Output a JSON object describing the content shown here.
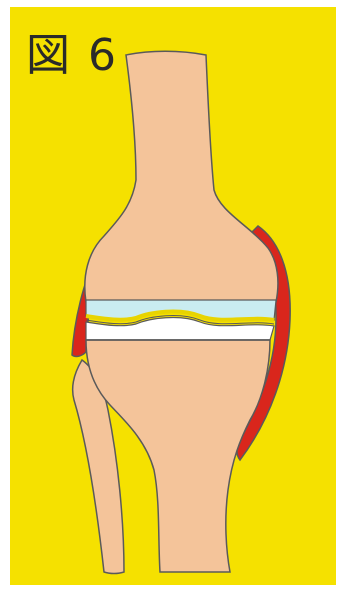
{
  "figure": {
    "label": "図 6"
  },
  "colors": {
    "background": "#f5e100",
    "bone": "#f4c49a",
    "outline": "#5a5a5a",
    "cartilage": "#c9ecf0",
    "synovium_line": "#e8d400",
    "joint_space": "#ffffff",
    "ligament": "#d9261c"
  },
  "icons": {
    "femur": "femur-bone",
    "tibia": "tibia-bone",
    "fibula": "fibula-bone",
    "ligament_left": "medial-ligament",
    "ligament_right": "lateral-ligament"
  }
}
